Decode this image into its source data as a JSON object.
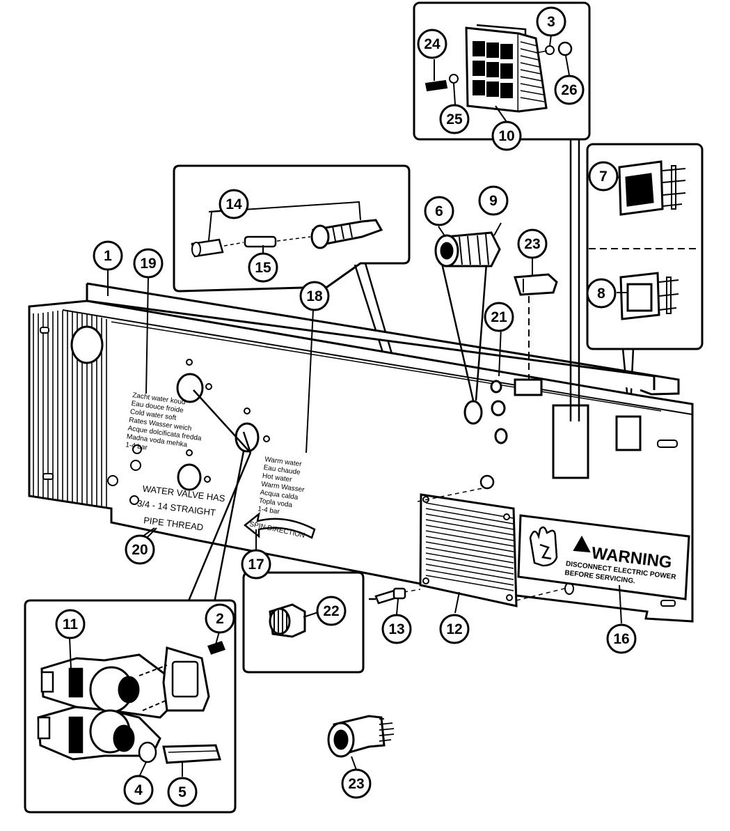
{
  "diagram": {
    "part_labels": [
      "1",
      "2",
      "3",
      "4",
      "5",
      "6",
      "7",
      "8",
      "9",
      "10",
      "11",
      "12",
      "13",
      "14",
      "15",
      "16",
      "17",
      "18",
      "19",
      "20",
      "21",
      "22",
      "23",
      "23",
      "24",
      "25",
      "26"
    ],
    "panel_text_19": [
      "Zacht water koud",
      "Eau douce froide",
      "Cold water soft",
      "Rates Wasser weich",
      "Acque dolcificata fredda",
      "Madna voda mehka",
      "1-4 bar"
    ],
    "panel_text_18": [
      "Warm water",
      "Eau chaude",
      "Hot water",
      "Warm Wasser",
      "Acqua calda",
      "Topla voda",
      "1-4 bar"
    ],
    "valve_text": [
      "WATER VALVE HAS",
      "3/4 - 14 STRAIGHT",
      "PIPE THREAD"
    ],
    "spin_label": "SPIN DIRECTION",
    "warning": {
      "title": "WARNING",
      "lines": [
        "DISCONNECT ELECTRIC POWER",
        "BEFORE SERVICING."
      ]
    }
  }
}
